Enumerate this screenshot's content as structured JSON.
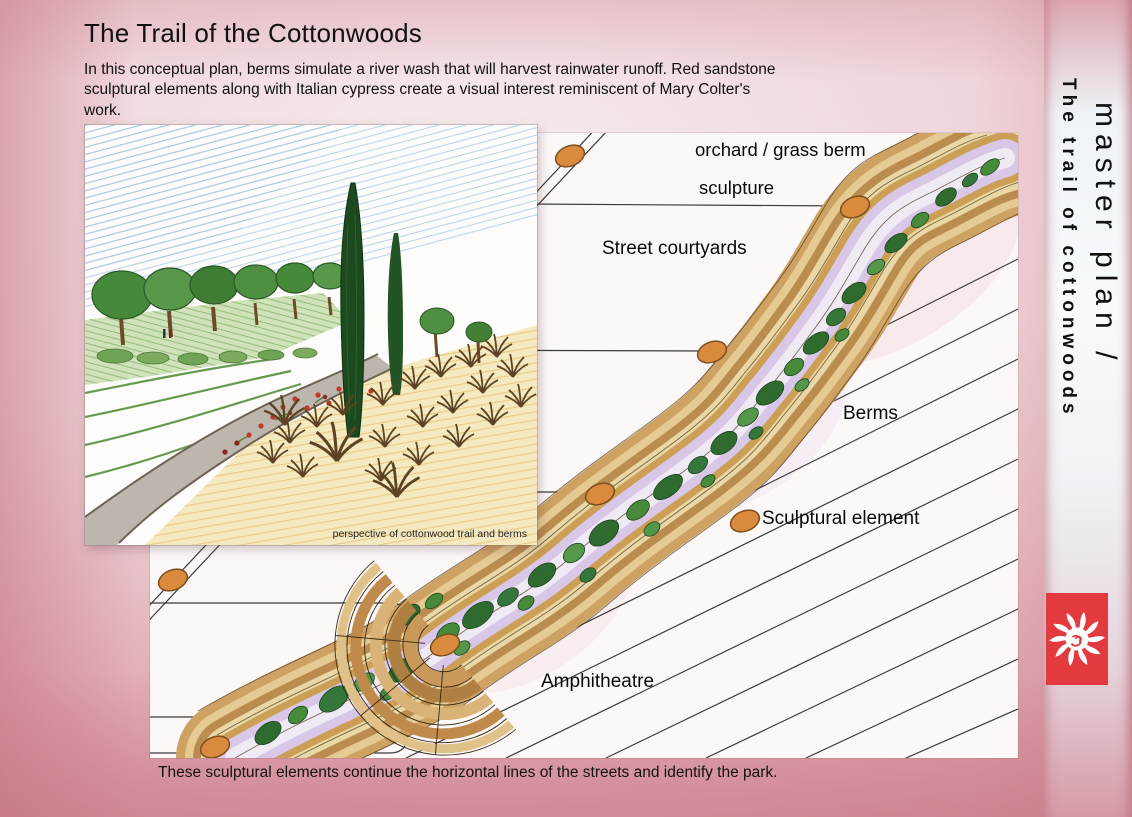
{
  "page": {
    "title": "The Trail of  the Cottonwoods",
    "intro": "In this conceptual plan, berms simulate a river wash that will harvest rainwater runoff.  Red sandstone sculptural elements along with Italian cypress create a visual interest reminiscent of Mary Colter's work.",
    "footer_caption": "These sculptural elements continue the horizontal lines of the streets and  identify the park."
  },
  "sketch": {
    "caption": "perspective of cottonwood trail and berms"
  },
  "plan": {
    "labels": {
      "orchard_line1": "orchard / grass berm",
      "orchard_line2": "sculpture",
      "street_courtyards": "Street courtyards",
      "berms": "Berms",
      "sculptural_element": "Sculptural element",
      "amphitheatre": "Amphitheatre"
    }
  },
  "sidebar": {
    "title": "master plan /",
    "subtitle": "The trail of cottonwoods",
    "logo": "sun-icon"
  },
  "colors": {
    "background_pink": "#d98f9a",
    "accent_red": "#e23a3e",
    "paper": "#fcf8f8",
    "band_tan": "#cda263",
    "band_lavender": "#d9c7e8",
    "tree_green": "#47893a",
    "node_orange": "#d98a3c",
    "text": "#111111"
  }
}
